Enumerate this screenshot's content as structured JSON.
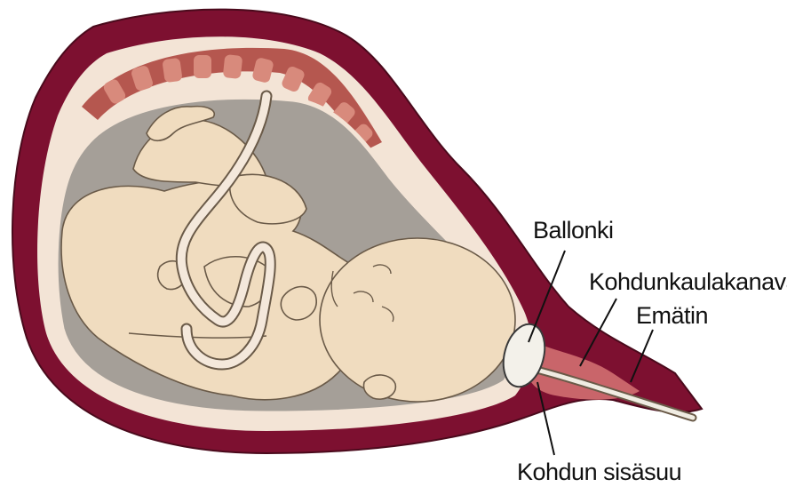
{
  "diagram": {
    "labels": {
      "balloon": "Ballonki",
      "cervical_canal": "Kohdunkaulakanava",
      "vagina": "Emätin",
      "internal_os": "Kohdun sisäsuu"
    },
    "colors": {
      "uterine_wall": "#7d1030",
      "uterine_wall_light": "#c9656a",
      "membrane": "#f3e4d6",
      "placenta_band": "#b5574f",
      "placenta_fill": "#d88a7c",
      "amniotic_fluid": "#a59f98",
      "fetus_skin": "#f0dcbf",
      "fetus_outline": "#6a5a48",
      "umbilical_cord": "#f4e8db",
      "balloon": "#f3f1ea",
      "catheter": "#f0ece2",
      "leader_line": "#111111"
    }
  }
}
